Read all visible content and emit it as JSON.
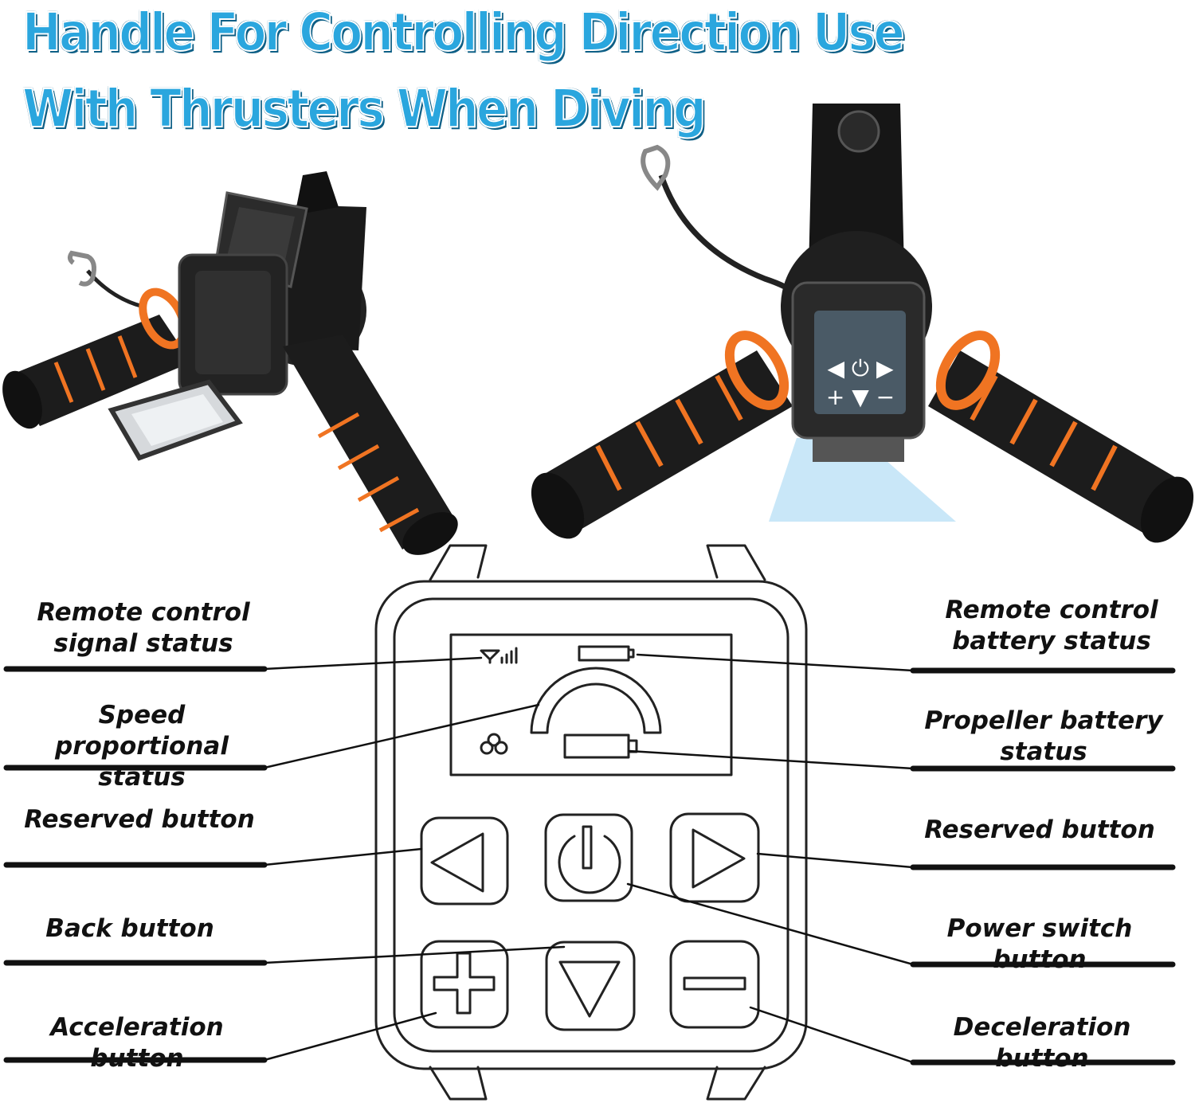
{
  "title": {
    "line1": "Handle For Controlling Direction Use",
    "line2": "With Thrusters When Diving"
  },
  "colors": {
    "title_fill": "#2aa6de",
    "title_shadow": "#0d5f86",
    "foam_black": "#1a1a1a",
    "accent_orange": "#f07422",
    "screen_blue": "#bfe3f7",
    "diagram_line": "#222222"
  },
  "screen": {
    "icons": [
      "signal-icon",
      "battery-icon",
      "speed-gauge-icon",
      "propeller-icon",
      "propeller-battery-icon"
    ]
  },
  "labels": {
    "left": [
      "Remote control\nsignal status",
      "Speed proportional\nstatus",
      "Reserved button",
      "Back button",
      "Acceleration button"
    ],
    "right": [
      "Remote control\nbattery status",
      "Propeller battery\nstatus",
      "Reserved button",
      "Power switch button",
      "Deceleration button"
    ]
  },
  "buttons": [
    "left-arrow",
    "power",
    "right-arrow",
    "plus",
    "down-arrow",
    "minus"
  ]
}
